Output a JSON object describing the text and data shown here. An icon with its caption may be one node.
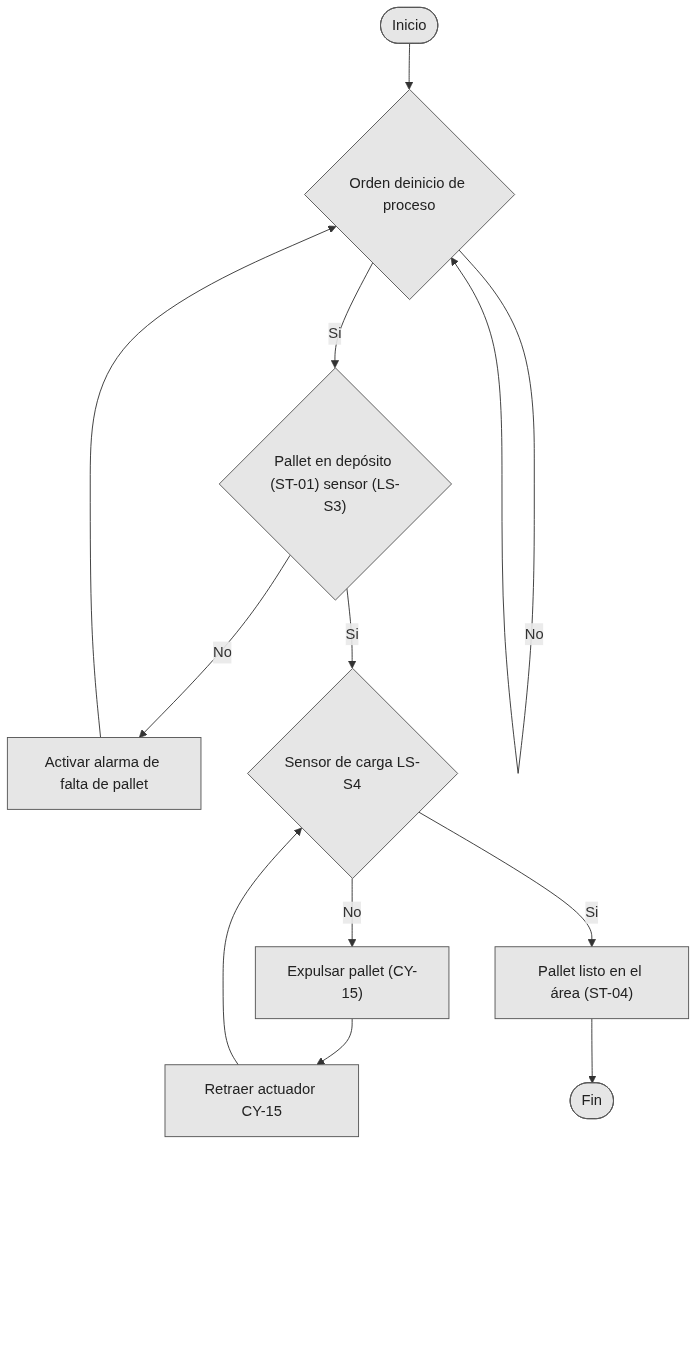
{
  "diagram": {
    "nodes": [
      {
        "text": [
          "Inicio"
        ]
      },
      {
        "text": [
          "Orden deinicio de proceso"
        ]
      },
      {
        "text": [
          "Activar alarma de falta de pallet"
        ]
      },
      {
        "text": [
          "Pallet en depósito (ST-01) sensor (LS-S3)"
        ]
      },
      {
        "text": [
          "Retraer actuador CY-15"
        ]
      },
      {
        "text": [
          "Sensor de carga LS-S4"
        ]
      },
      {
        "text": [
          "Expulsar pallet (CY-15)"
        ]
      },
      {
        "text": [
          "Pallet listo en el área (ST-04)"
        ]
      },
      {
        "text": [
          "Fin"
        ]
      }
    ],
    "edges": [
      {
        "from": 0,
        "to": 1,
        "arrow": "to"
      },
      {
        "from": 1,
        "to": 1,
        "arrow": "to",
        "label": "No"
      },
      {
        "from": 2,
        "to": 1,
        "arrow": "to"
      },
      {
        "from": 1,
        "to": 3,
        "arrow": "to",
        "label": "Si"
      },
      {
        "from": 3,
        "to": 2,
        "arrow": "to",
        "label": "No"
      },
      {
        "from": 3,
        "to": 5,
        "arrow": "to",
        "label": "Si"
      },
      {
        "from": 4,
        "to": 5,
        "arrow": "to"
      },
      {
        "from": 5,
        "to": 6,
        "arrow": "to",
        "label": "No"
      },
      {
        "from": 6,
        "to": 4,
        "arrow": "to"
      },
      {
        "from": 5,
        "to": 7,
        "arrow": "to",
        "label": "Si"
      },
      {
        "from": 7,
        "to": 8,
        "arrow": "to"
      }
    ]
  }
}
